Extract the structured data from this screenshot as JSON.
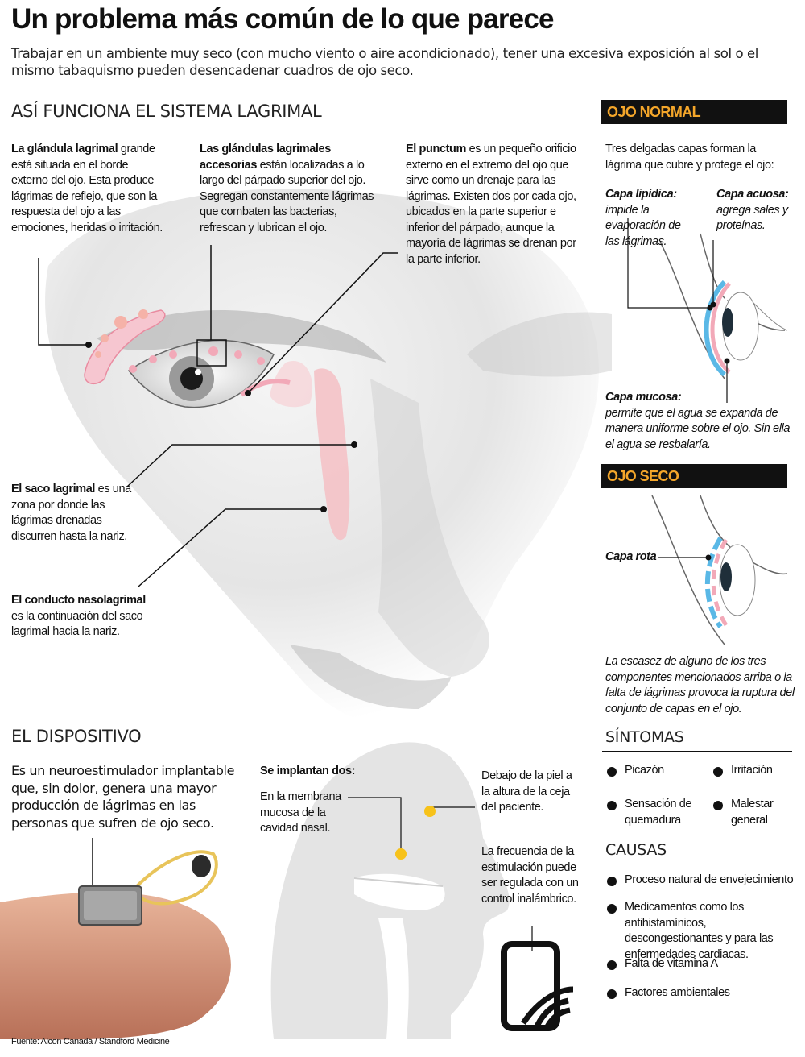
{
  "title": "Un problema más común de lo que parece",
  "intro": "Trabajar en un ambiente muy seco (con mucho viento o aire acondicionado), tener una excesiva exposición al sol o el mismo tabaquismo pueden desencadenar cuadros de ojo seco.",
  "sistema": {
    "heading": "ASÍ FUNCIONA EL SISTEMA LAGRIMAL",
    "glandula_bold": "La glándula lagrimal",
    "glandula_text": " grande está situada en el borde externo del ojo. Esta produce lágrimas de reflejo, que son la respuesta del ojo a las emociones, heridas o irritación.",
    "accesorias_bold": "Las glándulas lagrimales accesorias",
    "accesorias_text": " están localizadas a lo largo del párpado superior del ojo. Segregan constantemente lágrimas que combaten las bacterias, refrescan y lubrican el ojo.",
    "punctum_bold": "El punctum",
    "punctum_text": " es un pequeño orificio externo en el extremo del ojo que sirve como un drenaje para las lágrimas. Existen dos por cada ojo, ubicados en la parte superior e inferior del párpado, aunque la mayoría de lágrimas se drenan por la parte inferior.",
    "saco_bold": "El saco lagrimal",
    "saco_text": " es una zona por donde las lágrimas drenadas discurren hasta la nariz.",
    "conducto_bold": "El conducto nasolagrimal",
    "conducto_text": " es la continuación del saco lagrimal hacia la nariz."
  },
  "ojo_normal": {
    "label": "OJO NORMAL",
    "intro": "Tres delgadas capas forman la lágrima que cubre y protege el ojo:",
    "lipidica_title": "Capa lipídica:",
    "lipidica_text": "impide la evaporación de las lágrimas.",
    "acuosa_title": "Capa acuosa:",
    "acuosa_text": "agrega sales y proteínas.",
    "mucosa_title": "Capa mucosa:",
    "mucosa_text": "permite que el agua se expanda de manera uniforme sobre el ojo. Sin ella el agua se resbalaría."
  },
  "ojo_seco": {
    "label": "OJO SECO",
    "capa_rota": "Capa rota",
    "text": "La escasez de alguno de los tres componentes mencionados arriba o la falta de lágrimas provoca la ruptura del conjunto de capas en el ojo."
  },
  "sintomas": {
    "heading": "SÍNTOMAS",
    "items": [
      "Picazón",
      "Irritación",
      "Sensación de quemadura",
      "Malestar general"
    ]
  },
  "causas": {
    "heading": "CAUSAS",
    "items": [
      "Proceso natural de envejecimiento",
      "Medicamentos como los antihistamínicos, descongestionantes y para las enfermedades cardiacas.",
      "Falta de vitamina A",
      "Factores ambientales"
    ]
  },
  "dispositivo": {
    "heading": "EL DISPOSITIVO",
    "text": "Es un neuroestimulador implantable que, sin dolor, genera una mayor producción de lágrimas en las personas que sufren de ojo seco.",
    "implantan": "Se implantan dos:",
    "membrana": "En la membrana mucosa de la cavidad nasal.",
    "debajo": "Debajo de la piel a la altura de la ceja del paciente.",
    "frecuencia": "La frecuencia de la estimulación puede ser regulada con un control inalámbrico."
  },
  "fuente": "Fuente: Alcon Canadá / Standford Medicine",
  "colors": {
    "accent": "#f4a62a",
    "yellow_dot": "#f7c21a",
    "gland_pink": "#f2a9b8"
  }
}
